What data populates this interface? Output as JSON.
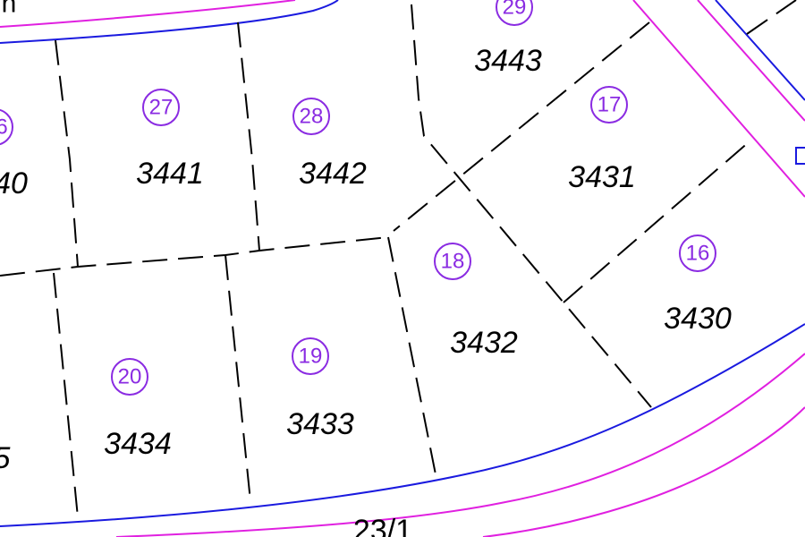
{
  "colors": {
    "boundary_blue": "#1a1adf",
    "boundary_magenta": "#e020e0",
    "lot_circle": "#8a2be2",
    "parcel_text": "#000000"
  },
  "lots": [
    {
      "id": "lot-29",
      "number": "29",
      "parcel": "3443"
    },
    {
      "id": "lot-17",
      "number": "17",
      "parcel": "3431"
    },
    {
      "id": "lot-27",
      "number": "27",
      "parcel": "3441"
    },
    {
      "id": "lot-28",
      "number": "28",
      "parcel": "3442"
    },
    {
      "id": "lot-26",
      "number": "6",
      "parcel": "40"
    },
    {
      "id": "lot-18",
      "number": "18",
      "parcel": "3432"
    },
    {
      "id": "lot-16",
      "number": "16",
      "parcel": "3430"
    },
    {
      "id": "lot-19",
      "number": "19",
      "parcel": "3433"
    },
    {
      "id": "lot-20",
      "number": "20",
      "parcel": "3434"
    }
  ],
  "partial_labels": {
    "top_left": "n",
    "left_bottom": "5",
    "road": "23/1"
  }
}
